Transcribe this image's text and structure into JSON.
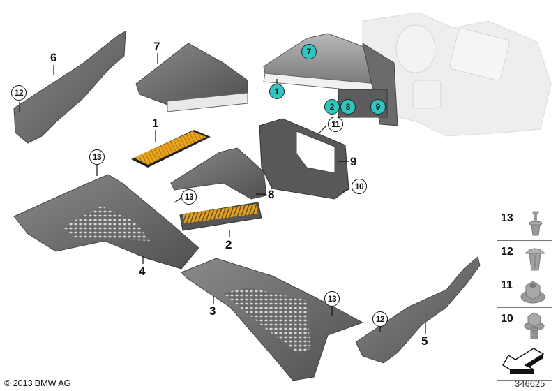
{
  "diagram": {
    "type": "exploded-parts-diagram",
    "subject": "Microfilter / housing parts (HVAC air intake)",
    "colors": {
      "callout_teal": "#2fc6c0",
      "filter_yellow": "#e8a21a",
      "part_gray": "#6e6e70",
      "background": "#ffffff"
    },
    "part_labels": [
      {
        "id": "1",
        "text": "1"
      },
      {
        "id": "2",
        "text": "2"
      },
      {
        "id": "3",
        "text": "3"
      },
      {
        "id": "4",
        "text": "4"
      },
      {
        "id": "5",
        "text": "5"
      },
      {
        "id": "6",
        "text": "6"
      },
      {
        "id": "7",
        "text": "7"
      },
      {
        "id": "8",
        "text": "8"
      },
      {
        "id": "9",
        "text": "9"
      }
    ],
    "circled_callouts": [
      {
        "id": "c12a",
        "text": "12"
      },
      {
        "id": "c13a",
        "text": "13"
      },
      {
        "id": "c13b",
        "text": "13"
      },
      {
        "id": "c13c",
        "text": "13"
      },
      {
        "id": "c11",
        "text": "11"
      },
      {
        "id": "c10",
        "text": "10"
      },
      {
        "id": "c12b",
        "text": "12"
      }
    ],
    "assembly_callouts": [
      {
        "id": "t7",
        "text": "7"
      },
      {
        "id": "t1",
        "text": "1"
      },
      {
        "id": "t2",
        "text": "2"
      },
      {
        "id": "t8",
        "text": "8"
      },
      {
        "id": "t9",
        "text": "9"
      }
    ],
    "legend": [
      {
        "number": "13",
        "icon": "expanding-rivet-icon"
      },
      {
        "number": "12",
        "icon": "push-clip-icon"
      },
      {
        "number": "11",
        "icon": "hex-nut-flange-icon"
      },
      {
        "number": "10",
        "icon": "hex-bolt-flange-icon"
      },
      {
        "number": "",
        "icon": "direction-arrow-icon"
      }
    ]
  },
  "footer": {
    "copyright": "© 2013 BMW AG",
    "document_number": "346625"
  }
}
